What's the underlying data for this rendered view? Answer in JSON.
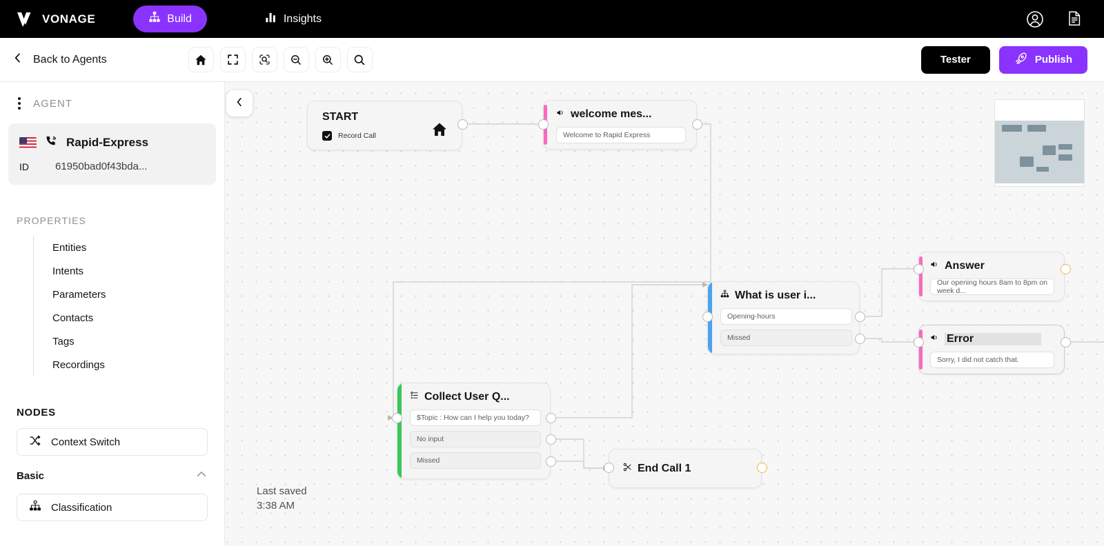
{
  "topbar": {
    "brand": "VONAGE",
    "logo_icon": "vonage-logo-icon",
    "nav": [
      {
        "label": "Build",
        "icon": "hierarchy-icon",
        "active": true
      },
      {
        "label": "Insights",
        "icon": "bar-chart-icon",
        "active": false
      }
    ],
    "account_icon": "account-circle-icon",
    "docs_icon": "document-icon"
  },
  "subbar": {
    "back_label": "Back to Agents",
    "back_icon": "chevron-left-icon",
    "tools": [
      {
        "name": "home-icon",
        "title": "Home"
      },
      {
        "name": "fullscreen-icon",
        "title": "Fit screen"
      },
      {
        "name": "fit-to-view-icon",
        "title": "Fit to view"
      },
      {
        "name": "zoom-out-icon",
        "title": "Zoom out"
      },
      {
        "name": "zoom-in-icon",
        "title": "Zoom in"
      },
      {
        "name": "search-icon",
        "title": "Search"
      }
    ],
    "tester_label": "Tester",
    "publish_label": "Publish",
    "publish_icon": "rocket-icon"
  },
  "sidebar": {
    "agent_section_title": "AGENT",
    "kebab_icon": "more-vertical-icon",
    "agent": {
      "flag": "us-flag-icon",
      "channel_icon": "phone-call-icon",
      "name": "Rapid-Express",
      "id_label": "ID",
      "id_value": "61950bad0f43bda..."
    },
    "properties_title": "PROPERTIES",
    "properties": [
      {
        "label": "Entities"
      },
      {
        "label": "Intents"
      },
      {
        "label": "Parameters"
      },
      {
        "label": "Contacts"
      },
      {
        "label": "Tags"
      },
      {
        "label": "Recordings"
      }
    ],
    "nodes_title": "NODES",
    "context_switch": {
      "label": "Context Switch",
      "icon": "shuffle-icon"
    },
    "basic_group": {
      "label": "Basic",
      "chevron": "chevron-up-icon"
    },
    "classification": {
      "label": "Classification",
      "icon": "hierarchy-icon"
    }
  },
  "canvas": {
    "collapse_icon": "chevron-left-icon",
    "last_saved_label": "Last saved",
    "last_saved_time": "3:38 AM",
    "colors": {
      "accent_pink": "#f969bf",
      "accent_blue": "#4aa3f0",
      "accent_green": "#3bc65a",
      "port_orange": "#f0b44b",
      "brand_purple": "#8a33ff"
    },
    "nodes": [
      {
        "id": "start",
        "title": "START",
        "icon": "home-icon",
        "checkbox_label": "Record Call",
        "checkbox_checked": true
      },
      {
        "id": "welcome",
        "title": "welcome mes...",
        "icon": "speaker-icon",
        "accent": "pink",
        "slots": [
          {
            "text": "Welcome to Rapid Express",
            "style": "white"
          }
        ]
      },
      {
        "id": "classification",
        "title": "What is user i...",
        "icon": "hierarchy-icon",
        "accent": "blue",
        "slots": [
          {
            "text": "Opening-hours",
            "style": "white"
          },
          {
            "text": "Missed",
            "style": "grey"
          }
        ]
      },
      {
        "id": "answer",
        "title": "Answer",
        "icon": "speaker-icon",
        "accent": "pink",
        "slots": [
          {
            "text": "Our opening hours 8am to 8pm on week d...",
            "style": "white"
          }
        ]
      },
      {
        "id": "error",
        "title": "Error",
        "icon": "speaker-icon",
        "accent": "pink",
        "selected": true,
        "slots": [
          {
            "text": "Sorry, I did not catch that.",
            "style": "white"
          }
        ]
      },
      {
        "id": "collect",
        "title": "Collect User Q...",
        "icon": "collect-icon",
        "accent": "green",
        "slots": [
          {
            "text": "$Topic : How can I help you today?",
            "style": "white"
          },
          {
            "text": "No input",
            "style": "grey"
          },
          {
            "text": "Missed",
            "style": "grey"
          }
        ]
      },
      {
        "id": "endcall",
        "title": "End Call 1",
        "icon": "end-call-icon"
      }
    ]
  }
}
